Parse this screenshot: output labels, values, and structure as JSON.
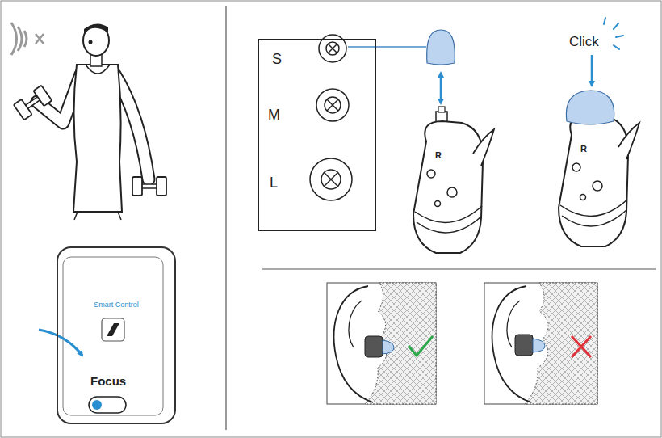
{
  "diagram": {
    "nodes": [
      {
        "text": [
          "Smart Control",
          "Focus"
        ]
      },
      {
        "text": [
          "S",
          "M",
          "L"
        ]
      }
    ],
    "labels": [
      "Click",
      "R",
      "R"
    ]
  }
}
